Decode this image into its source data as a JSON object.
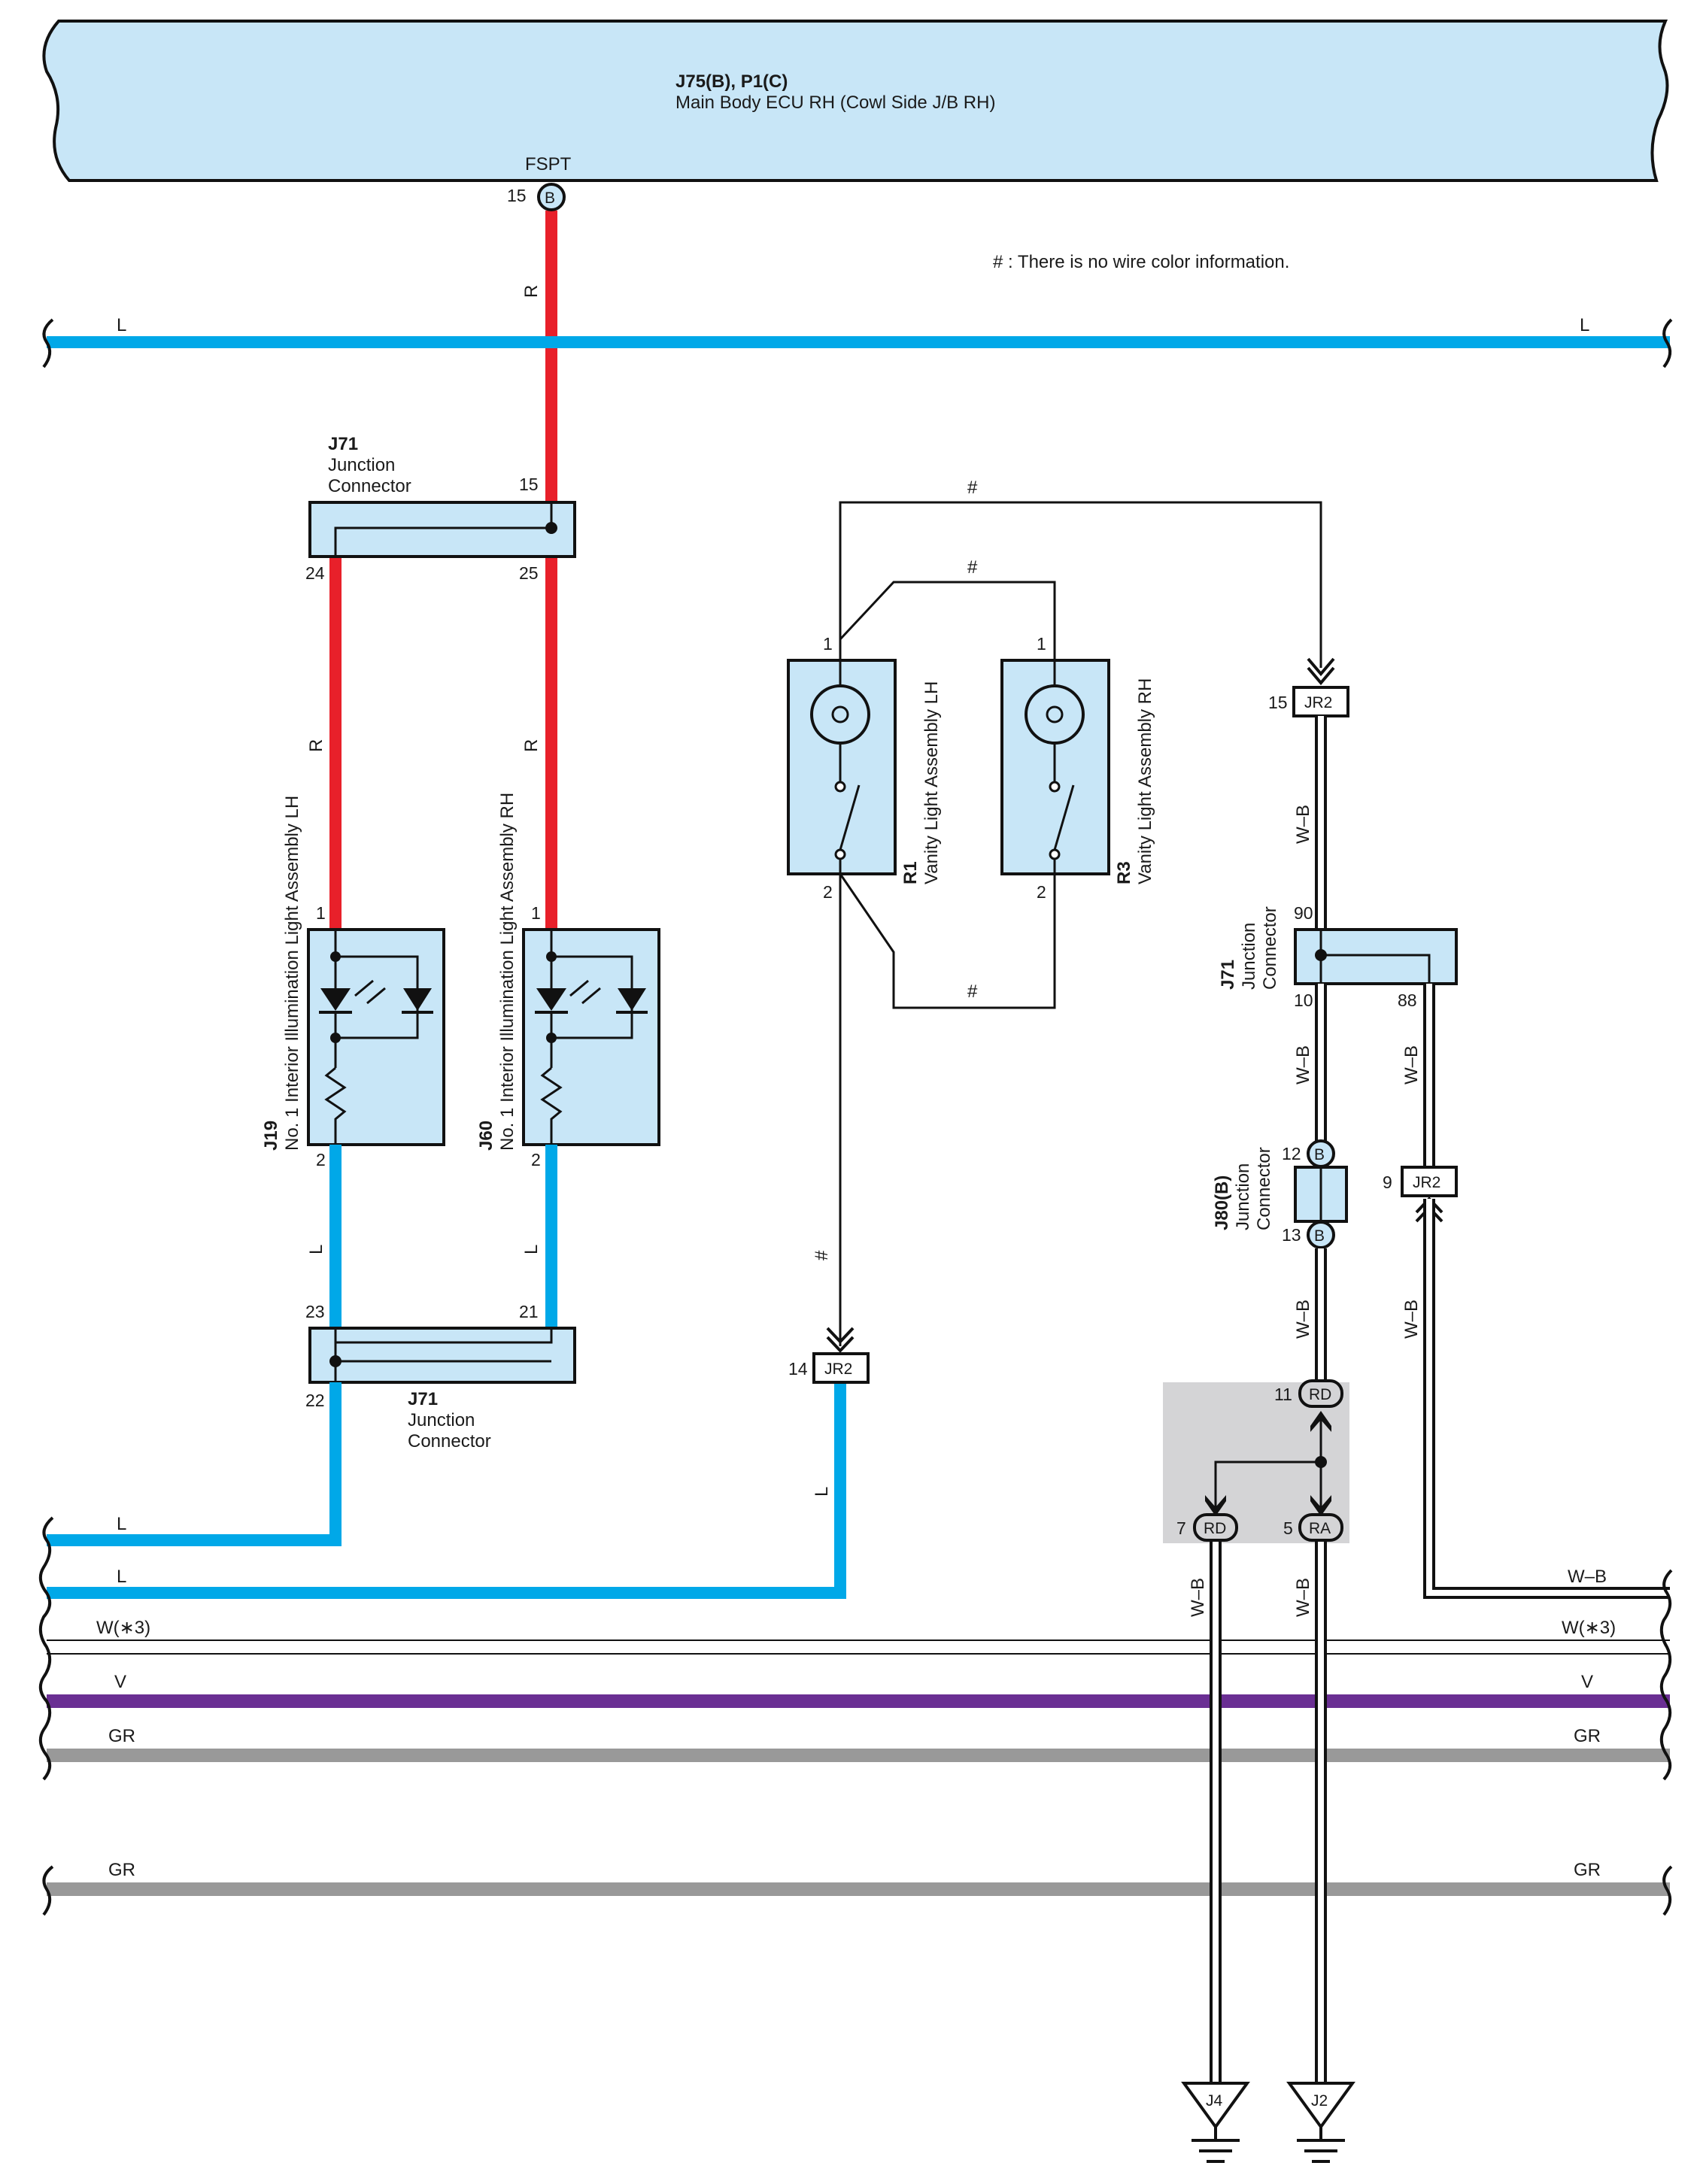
{
  "ecu": {
    "code": "J75(B), P1(C)",
    "name": "Main Body ECU RH (Cowl Side J/B RH)",
    "terminal": "FSPT",
    "pin": "15",
    "pin_conn": "B"
  },
  "note": "# : There is no wire color information.",
  "hash": "#",
  "wire_colors": {
    "red": "#e8202a",
    "blue": "#00a8e8",
    "violet": "#6a2f93",
    "gray": "#999999",
    "component_fill": "#c8e6f7"
  },
  "wire_labels": {
    "R": "R",
    "L": "L",
    "WB": "W–B",
    "W3": "W(∗3)",
    "V": "V",
    "GR": "GR"
  },
  "junction_top": {
    "code": "J71",
    "name_line1": "Junction",
    "name_line2": "Connector",
    "pins": [
      "15",
      "24",
      "25"
    ]
  },
  "junction_bottom": {
    "code": "J71",
    "name_line1": "Junction",
    "name_line2": "Connector",
    "pins": [
      "23",
      "21",
      "22"
    ]
  },
  "j19": {
    "code": "J19",
    "name_line1": "No.  1 Interior Illumination Light Assembly LH",
    "pins": [
      "1",
      "2"
    ]
  },
  "j60": {
    "code": "J60",
    "name_line1": "No.  1 Interior Illumination Light Assembly RH",
    "pins": [
      "1",
      "2"
    ]
  },
  "r1": {
    "code": "R1",
    "name": "Vanity Light Assembly LH",
    "pins": [
      "1",
      "2"
    ]
  },
  "r3": {
    "code": "R3",
    "name": "Vanity Light Assembly RH",
    "pins": [
      "1",
      "2"
    ]
  },
  "jr2": {
    "label": "JR2",
    "pins": [
      "14",
      "15",
      "9"
    ]
  },
  "junction_right": {
    "code": "J71",
    "name_line1": "Junction",
    "name_line2": "Connector",
    "pins": [
      "90",
      "10",
      "88"
    ]
  },
  "j80": {
    "code": "J80(B)",
    "name_line1": "Junction",
    "name_line2": "Connector",
    "pins": [
      "12",
      "13"
    ],
    "conn": "B"
  },
  "ground_block": {
    "rd_top": {
      "pin": "11",
      "label": "RD"
    },
    "rd_left": {
      "pin": "7",
      "label": "RD"
    },
    "ra_right": {
      "pin": "5",
      "label": "RA"
    }
  },
  "grounds": [
    "J4",
    "J2"
  ]
}
